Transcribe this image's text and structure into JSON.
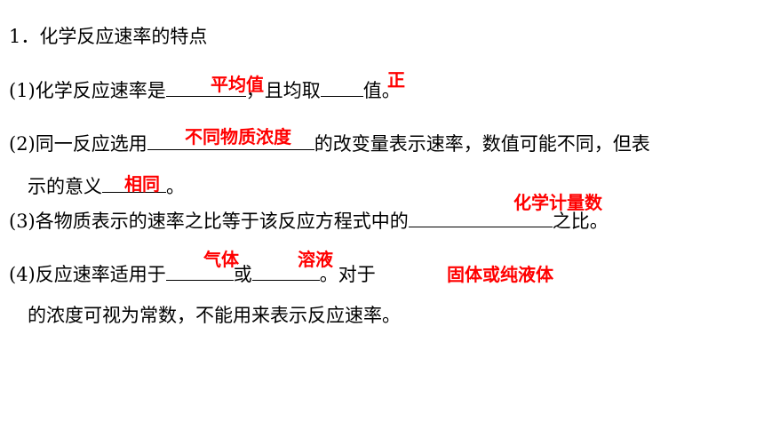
{
  "heading": "1．化学反应速率的特点",
  "item1": {
    "prefix": "(1)化学反应速率是",
    "middle": "，且均取",
    "suffix": "值。",
    "answer_1": "平均值",
    "answer_2": "正"
  },
  "item2": {
    "prefix": "(2)同一反应选用",
    "suffix": "的改变量表示速率，数值可能不同，但表",
    "line2_prefix": "示的意义",
    "line2_suffix": "。",
    "answer_1": "不同物质浓度",
    "answer_2": "相同"
  },
  "item3": {
    "prefix": "(3)各物质表示的速率之比等于该反应方程式中的",
    "suffix": "之比。",
    "answer": "化学计量数"
  },
  "item4": {
    "prefix": "(4)反应速率适用于",
    "middle": "或",
    "suffix": "。对于",
    "line2": "的浓度可视为常数，不能用来表示反应速率。",
    "answer_1": "气体",
    "answer_2": "溶液",
    "answer_3": "固体或纯液体"
  }
}
